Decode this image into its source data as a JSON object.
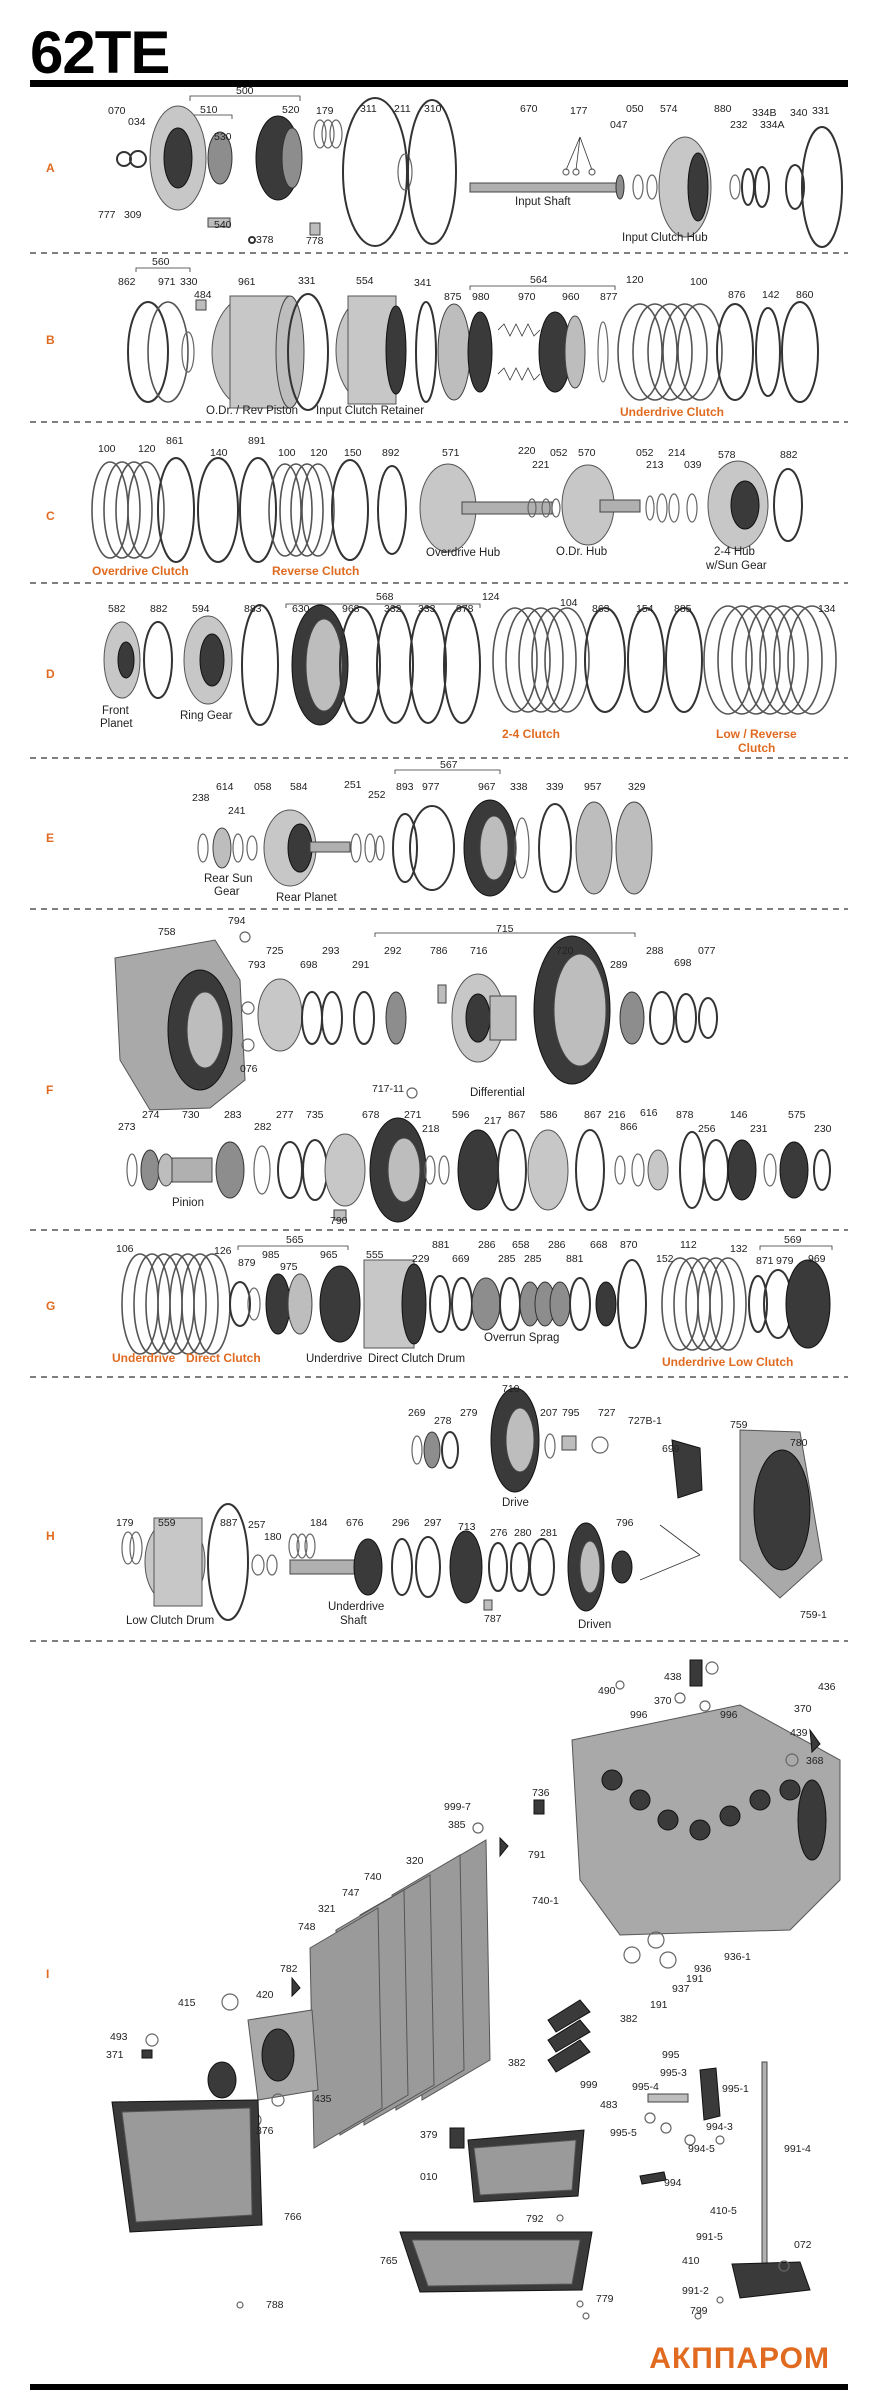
{
  "title": "62TE",
  "brand": "АКППАРОМ",
  "colors": {
    "accent": "#e06a20",
    "line": "#000000"
  },
  "sections": [
    {
      "letter": "A",
      "labels": [
        "500",
        "510",
        "520",
        "070",
        "034",
        "530",
        "179",
        "311",
        "211",
        "310",
        "670",
        "177",
        "050",
        "047",
        "574",
        "880",
        "232",
        "334B",
        "334A",
        "340",
        "331",
        "777",
        "309",
        "540",
        "378",
        "778"
      ],
      "captions": [
        "Input Shaft",
        "Input Clutch Hub"
      ],
      "orange": []
    },
    {
      "letter": "B",
      "labels": [
        "560",
        "862",
        "971",
        "330",
        "484",
        "961",
        "331",
        "554",
        "341",
        "564",
        "875",
        "980",
        "970",
        "960",
        "877",
        "120",
        "100",
        "876",
        "142",
        "860"
      ],
      "captions": [
        "O.Dr. / Rev Piston",
        "Input Clutch Retainer"
      ],
      "orange": [
        "Underdrive Clutch"
      ]
    },
    {
      "letter": "C",
      "labels": [
        "100",
        "120",
        "861",
        "140",
        "891",
        "100",
        "120",
        "150",
        "892",
        "571",
        "220",
        "221",
        "052",
        "570",
        "052",
        "213",
        "214",
        "039",
        "578",
        "882"
      ],
      "captions": [
        "Overdrive Hub",
        "O.Dr. Hub",
        "2-4 Hub",
        "w/Sun Gear"
      ],
      "orange": [
        "Overdrive Clutch",
        "Reverse Clutch"
      ]
    },
    {
      "letter": "D",
      "labels": [
        "582",
        "882",
        "594",
        "883",
        "568",
        "630",
        "968",
        "332",
        "333",
        "978",
        "124",
        "104",
        "863",
        "154",
        "885",
        "134"
      ],
      "captions": [
        "Front",
        "Planet",
        "Ring Gear"
      ],
      "orange": [
        "2-4 Clutch",
        "Low / Reverse",
        "Clutch"
      ]
    },
    {
      "letter": "E",
      "labels": [
        "614",
        "238",
        "241",
        "058",
        "584",
        "251",
        "252",
        "567",
        "893",
        "977",
        "967",
        "338",
        "339",
        "957",
        "329"
      ],
      "captions": [
        "Rear Sun",
        "Gear",
        "Rear Planet"
      ],
      "orange": []
    },
    {
      "letter": "F",
      "labels": [
        "758",
        "794",
        "715",
        "725",
        "793",
        "698",
        "293",
        "291",
        "292",
        "786",
        "716",
        "720",
        "289",
        "288",
        "698",
        "077",
        "076",
        "717-11",
        "273",
        "274",
        "730",
        "283",
        "282",
        "277",
        "735",
        "678",
        "271",
        "218",
        "596",
        "217",
        "867",
        "586",
        "867",
        "216",
        "616",
        "866",
        "878",
        "146",
        "256",
        "231",
        "575",
        "230",
        "790"
      ],
      "captions": [
        "Differential",
        "Pinion"
      ],
      "orange": []
    },
    {
      "letter": "G",
      "labels": [
        "106",
        "565",
        "126",
        "879",
        "985",
        "975",
        "965",
        "555",
        "229",
        "881",
        "669",
        "286",
        "658",
        "285",
        "285",
        "286",
        "881",
        "668",
        "870",
        "569",
        "112",
        "152",
        "132",
        "871",
        "979",
        "969"
      ],
      "captions": [
        "Underdrive",
        "Direct Clutch Drum",
        "Overrun Sprag"
      ],
      "orange": [
        "Underdrive",
        "Direct Clutch",
        "Underdrive Low Clutch"
      ]
    },
    {
      "letter": "H",
      "labels": [
        "710",
        "269",
        "278",
        "279",
        "207",
        "795",
        "727",
        "727B-1",
        "759",
        "780",
        "699",
        "179",
        "559",
        "887",
        "257",
        "180",
        "184",
        "676",
        "296",
        "297",
        "713",
        "276",
        "280",
        "281",
        "796",
        "787",
        "759-1"
      ],
      "captions": [
        "Drive",
        "Low Clutch Drum",
        "Underdrive",
        "Shaft",
        "Driven"
      ],
      "orange": []
    },
    {
      "letter": "I",
      "labels": [
        "438",
        "490",
        "436",
        "370",
        "996",
        "996",
        "370",
        "439",
        "368",
        "736",
        "999-7",
        "385",
        "791",
        "740-1",
        "320",
        "740",
        "747",
        "321",
        "748",
        "782",
        "420",
        "415",
        "382",
        "999",
        "382",
        "995",
        "995-3",
        "995-1",
        "995-4",
        "483",
        "995-5",
        "994-3",
        "994-5",
        "994",
        "991-4",
        "493",
        "371",
        "435",
        "376",
        "379",
        "010",
        "766",
        "792",
        "765",
        "788",
        "410-5",
        "991-5",
        "072",
        "410",
        "991-2",
        "799",
        "779",
        "936",
        "936-1",
        "937",
        "191",
        "191"
      ],
      "captions": [],
      "orange": []
    }
  ]
}
